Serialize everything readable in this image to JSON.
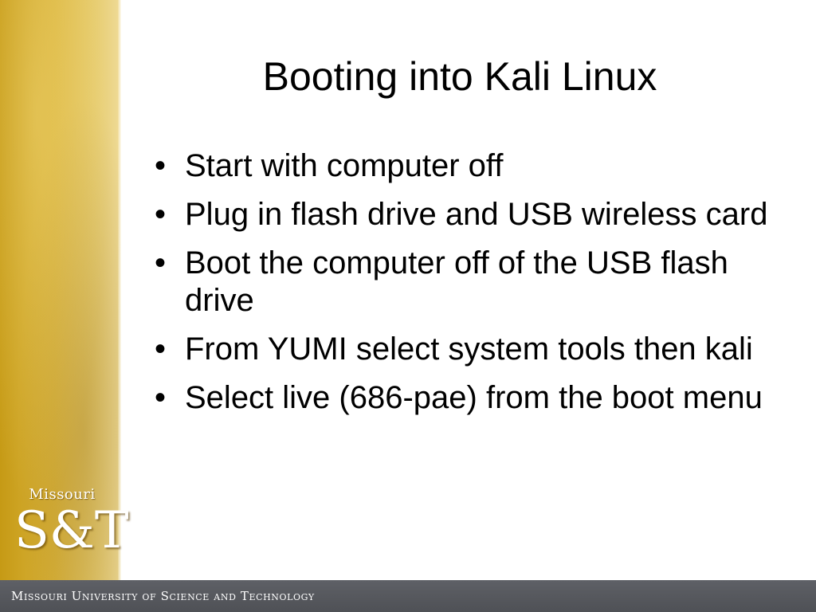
{
  "slide": {
    "title": "Booting into Kali Linux",
    "bullet_glyph": "•",
    "bullets": [
      "Start with computer off",
      "Plug in flash drive and USB wireless card",
      "Boot the computer off of the USB flash drive",
      "From YUMI select system tools then kali",
      "Select live (686-pae) from the boot menu"
    ]
  },
  "branding": {
    "logo_top": "Missouri",
    "logo_mark": "S&T",
    "footer": "Missouri University of Science and Technology"
  },
  "colors": {
    "gold": "#d4aa2c",
    "footer_gray": "#55575c",
    "text": "#000000"
  }
}
